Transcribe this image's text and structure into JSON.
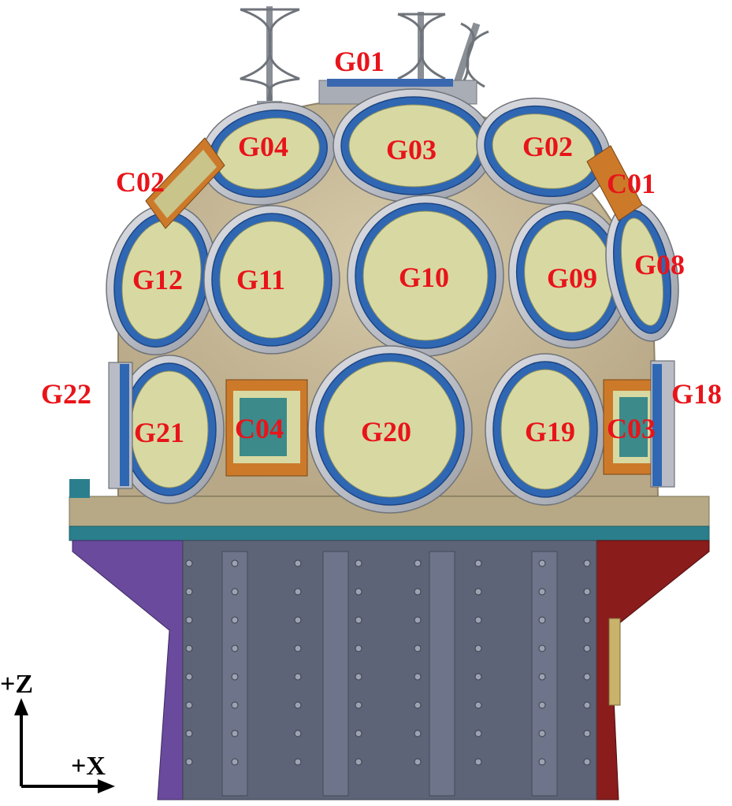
{
  "labels": {
    "G01": "G01",
    "G02": "G02",
    "G03": "G03",
    "G04": "G04",
    "C01": "C01",
    "C02": "C02",
    "G08": "G08",
    "G09": "G09",
    "G10": "G10",
    "G11": "G11",
    "G12": "G12",
    "G18": "G18",
    "G19": "G19",
    "G20": "G20",
    "G21": "G21",
    "G22": "G22",
    "C03": "C03",
    "C04": "C04"
  },
  "axes": {
    "z": "+Z",
    "x": "+X"
  },
  "colors": {
    "label": "#e8141a",
    "dome": "#cbbd9b",
    "ring_outer": "#b9bcc4",
    "ring_blue": "#2f67b3",
    "window": "#d8d9a2",
    "base_plate": "#b9ab88",
    "teal_band": "#2b7f8c",
    "body": "#5e6478",
    "left_side": "#6a4a9c",
    "right_side": "#8a1c1c",
    "camera_frame": "#cc7a2a",
    "camera_glass": "#3c8a8a"
  }
}
